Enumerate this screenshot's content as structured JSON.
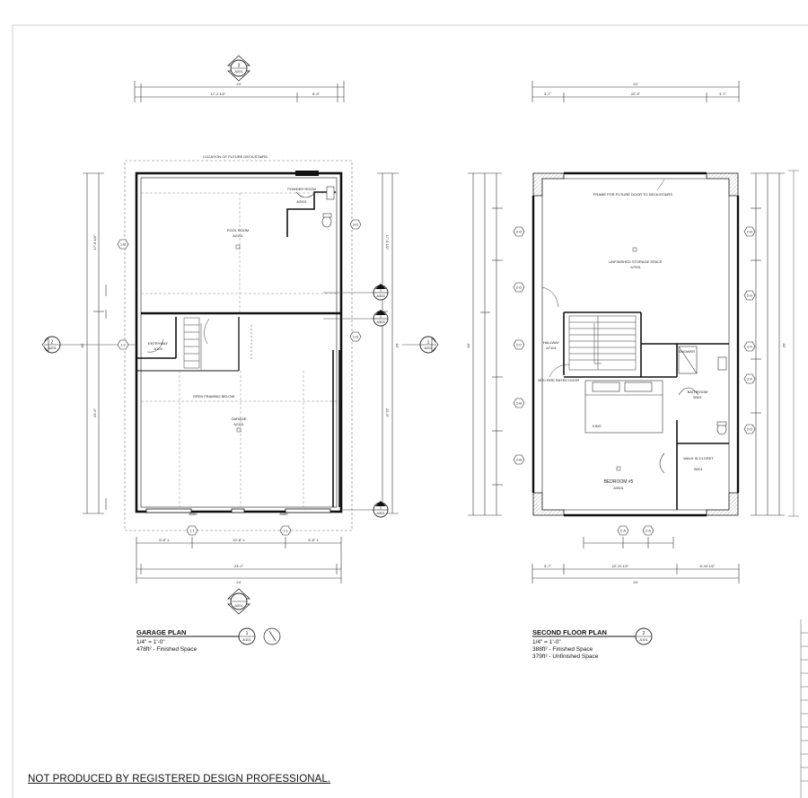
{
  "garage": {
    "top_section_ref": {
      "num": "3",
      "sheet": "A201"
    },
    "bottom_section_ref": {
      "sheet": "A201"
    },
    "left_section_ref": {
      "num": "2",
      "sheet": "A201"
    },
    "right_section_refs": [
      {
        "num": "1",
        "sheet": "A302"
      },
      {
        "num": "1",
        "sheet": "A302"
      },
      {
        "num": "1",
        "sheet": "A301"
      }
    ],
    "right_elev_ref": {
      "num": "1",
      "sheet": "A201"
    },
    "dim_top_overall": "24'",
    "dim_top_parts": [
      "17'-2 1/2\"",
      "5'-9\""
    ],
    "dim_bottom_parts": [
      "6'-8\" ±",
      "10'-8\" ±",
      "6'-8\" ±"
    ],
    "dim_bottom_mid": "23'-2\"",
    "dim_bottom_overall": "24'",
    "dim_left_overall": "40'",
    "dim_right_overall": "40'",
    "dim_left_parts": [
      "17'-6 1/2\"",
      "22'-5\""
    ],
    "dim_right_parts": [
      "17'-6 1/2\"",
      "22'-5\""
    ],
    "future_decks_note": "LOCATION OF FUTURE DECK/STAIRS",
    "rooms": [
      {
        "name": "POWDER ROOM",
        "num": "A2001"
      },
      {
        "name": "POOL ROOM",
        "num": "A2101"
      },
      {
        "name": "ENTRYWAY",
        "num": "A103"
      },
      {
        "name": "GARAGE",
        "num": "A2101"
      }
    ],
    "open_framing_note": "OPEN FRAMING BELOW",
    "door_labels": [
      "8080",
      "8080"
    ],
    "wall_tags": [
      "1-B",
      "1-2",
      "3-D",
      "1-D",
      "1-1",
      "1-1"
    ],
    "title": "GARAGE PLAN",
    "scale": "1/4\" = 1'-0\"",
    "area": "478ft² - Finished Space",
    "title_ref": {
      "num": "1",
      "sheet": "A101"
    }
  },
  "second": {
    "dim_top_overall": "24'",
    "dim_top_parts": [
      "3'-7\"",
      "22'-9\"",
      "3'-7\""
    ],
    "dim_bottom_parts": [
      "3'-7\"",
      "22'-11 1/2\"",
      "6'-10 1/2\""
    ],
    "dim_bottom_overall": "24'",
    "dim_left_overall": "40'",
    "dim_right_overall": "40'",
    "future_door_note": "FRAME FOR FUTURE DOOR TO DECK/STAIRS",
    "rooms": [
      {
        "name": "UNFINISHED STORAGE SPACE",
        "num": "A7001"
      },
      {
        "name": "HALLWAY",
        "num": "A7101"
      },
      {
        "name": "SHOWER",
        "num": ""
      },
      {
        "name": "BATHROOM",
        "num": "B301"
      },
      {
        "name": "WALK IN CLOSET",
        "num": "B201"
      },
      {
        "name": "BEDROOM #5",
        "num": "A3001"
      }
    ],
    "fire_door_note": "2870 FIRE RATED DOOR",
    "king_note": "KING",
    "wall_tags_left": [
      "2-D",
      "2-D",
      "2-C",
      "2-B",
      "2-B"
    ],
    "wall_tags_right": [
      "2-D",
      "2-D",
      "2-F",
      "2-F",
      "2-D"
    ],
    "bottom_tags": [
      "2-A",
      "2-A"
    ],
    "title": "SECOND FLOOR PLAN",
    "scale": "1/4\" = 1'-0\"",
    "area_finished": "388ft² - Finished Space",
    "area_unfinished": "379ft² - Unfinished Space",
    "title_ref": {
      "num": "2",
      "sheet": "A101"
    }
  },
  "disclaimer": "NOT PRODUCED BY REGISTERED DESIGN PROFESSIONAL."
}
